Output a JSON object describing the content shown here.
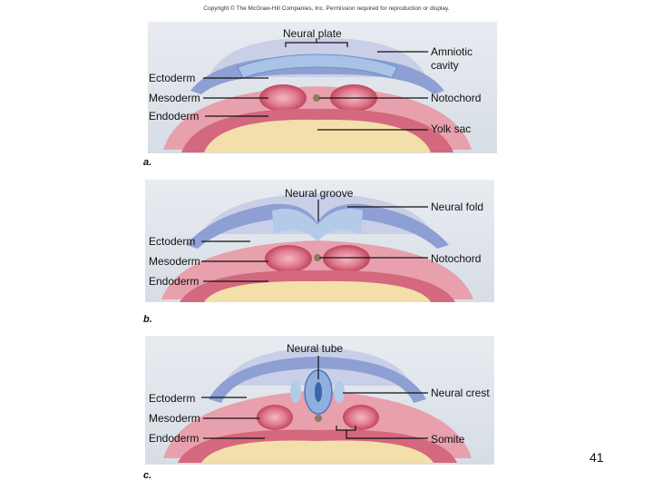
{
  "copyright": "Copyright © The McGraw-Hill Companies, Inc. Permission required for reproduction or display.",
  "page_number": "41",
  "panels": {
    "a": {
      "letter": "a.",
      "labels": {
        "neural_plate": "Neural plate",
        "amniotic_cavity_1": "Amniotic",
        "amniotic_cavity_2": "cavity",
        "ectoderm": "Ectoderm",
        "mesoderm": "Mesoderm",
        "notochord": "Notochord",
        "endoderm": "Endoderm",
        "yolk_sac": "Yolk sac"
      }
    },
    "b": {
      "letter": "b.",
      "labels": {
        "neural_groove": "Neural groove",
        "neural_fold": "Neural fold",
        "ectoderm": "Ectoderm",
        "mesoderm": "Mesoderm",
        "notochord": "Notochord",
        "endoderm": "Endoderm"
      }
    },
    "c": {
      "letter": "c.",
      "labels": {
        "neural_tube": "Neural tube",
        "neural_crest": "Neural crest",
        "ectoderm": "Ectoderm",
        "mesoderm": "Mesoderm",
        "endoderm": "Endoderm",
        "somite": "Somite"
      }
    }
  },
  "colors": {
    "panel_bg": "#dfe4ea",
    "ectoderm_blue": "#8fa6d6",
    "neural_tissue": "#bcd0e8",
    "mesoderm_pink": "#d8607a",
    "endoderm_pink": "#ecaab4",
    "yolk": "#f2dca0",
    "notochord": "#9a8a70"
  }
}
